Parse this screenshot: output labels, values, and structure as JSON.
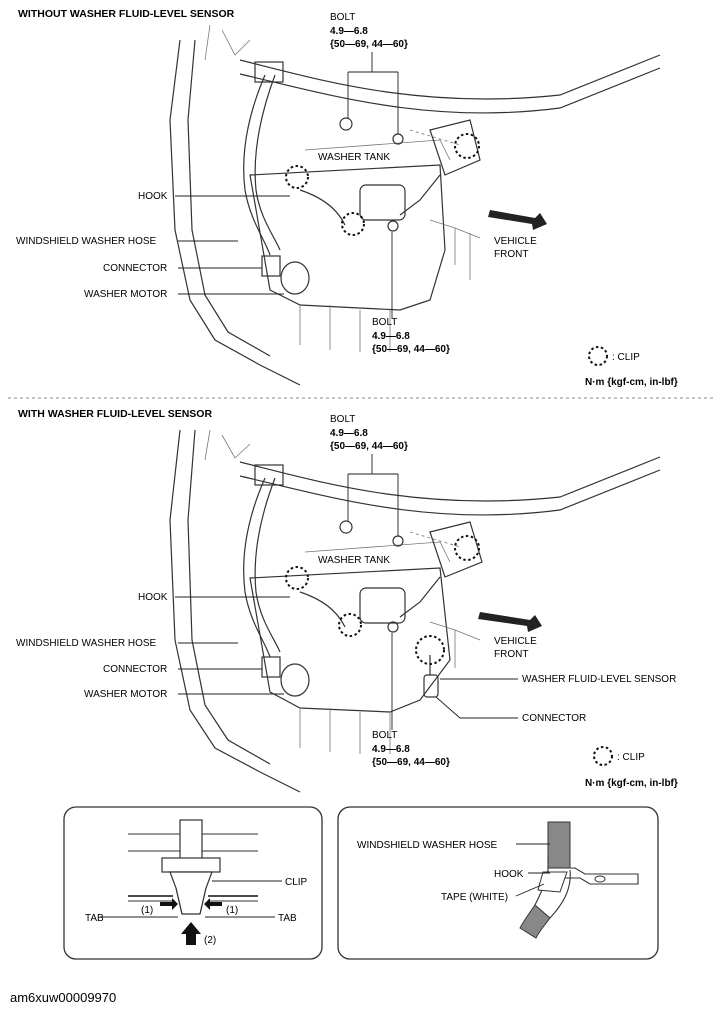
{
  "top_section": {
    "title": "WITHOUT WASHER FLUID-LEVEL SENSOR",
    "bolt_upper": {
      "label": "BOLT",
      "torque_1": "4.9—6.8",
      "torque_2": "{50—69, 44—60}"
    },
    "washer_tank": "WASHER TANK",
    "hook": "HOOK",
    "windshield_washer_hose": "WINDSHIELD WASHER HOSE",
    "connector": "CONNECTOR",
    "washer_motor": "WASHER MOTOR",
    "vehicle_front_1": "VEHICLE",
    "vehicle_front_2": "FRONT",
    "bolt_lower": {
      "label": "BOLT",
      "torque_1": "4.9—6.8",
      "torque_2": "{50—69, 44—60}"
    },
    "clip_legend": ": CLIP",
    "units": "N·m {kgf-cm, in-lbf}"
  },
  "bottom_section": {
    "title": "WITH WASHER FLUID-LEVEL SENSOR",
    "bolt_upper": {
      "label": "BOLT",
      "torque_1": "4.9—6.8",
      "torque_2": "{50—69, 44—60}"
    },
    "washer_tank": "WASHER TANK",
    "hook": "HOOK",
    "windshield_washer_hose": "WINDSHIELD WASHER HOSE",
    "connector": "CONNECTOR",
    "washer_motor": "WASHER MOTOR",
    "vehicle_front_1": "VEHICLE",
    "vehicle_front_2": "FRONT",
    "fluid_level_sensor": "WASHER FLUID-LEVEL SENSOR",
    "sensor_connector": "CONNECTOR",
    "bolt_lower": {
      "label": "BOLT",
      "torque_1": "4.9—6.8",
      "torque_2": "{50—69, 44—60}"
    },
    "clip_legend": ": CLIP",
    "units": "N·m {kgf-cm, in-lbf}"
  },
  "clip_detail": {
    "clip": "CLIP",
    "tab_left": "TAB",
    "tab_right": "TAB",
    "step_1_left": "(1)",
    "step_1_right": "(1)",
    "step_2": "(2)"
  },
  "hose_detail": {
    "windshield_washer_hose": "WINDSHIELD WASHER HOSE",
    "hook": "HOOK",
    "tape": "TAPE (WHITE)"
  },
  "footer_id": "am6xuw00009970"
}
